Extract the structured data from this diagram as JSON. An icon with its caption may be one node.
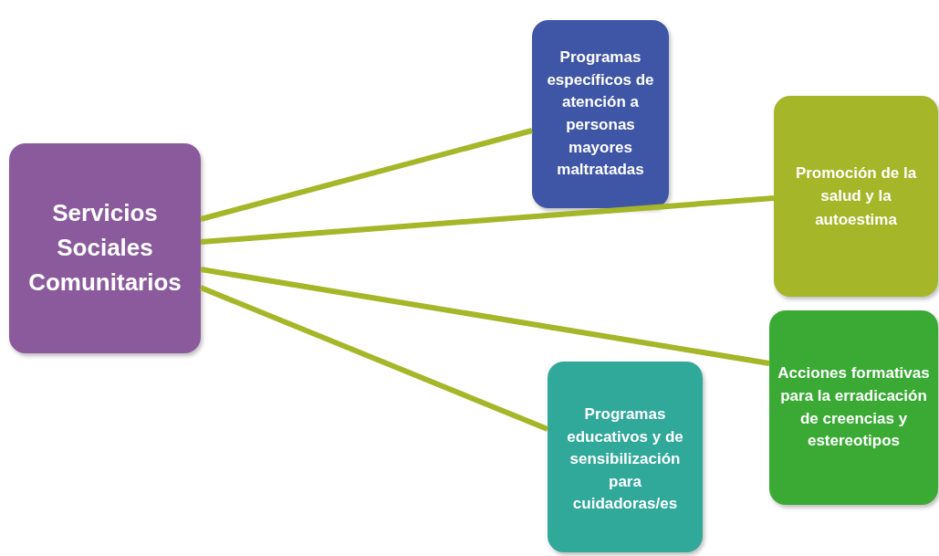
{
  "diagram": {
    "nodes": [
      {
        "text": [
          "Servicios Sociales Comunitarios"
        ]
      },
      {
        "text": [
          "Programas específicos de atención a personas mayores maltratadas"
        ]
      },
      {
        "text": [
          "Promoción de la salud y la autoestima"
        ]
      },
      {
        "text": [
          "Acciones formativas para la erradicación de creencias y estereotipos"
        ]
      },
      {
        "text": [
          "Programas educativos y de sensibilización para cuidadoras/es"
        ]
      }
    ],
    "edges": [
      {
        "from": 0,
        "to": 1,
        "arrow": "none"
      },
      {
        "from": 0,
        "to": 2,
        "arrow": "none"
      },
      {
        "from": 0,
        "to": 3,
        "arrow": "none"
      },
      {
        "from": 0,
        "to": 4,
        "arrow": "none"
      }
    ]
  }
}
